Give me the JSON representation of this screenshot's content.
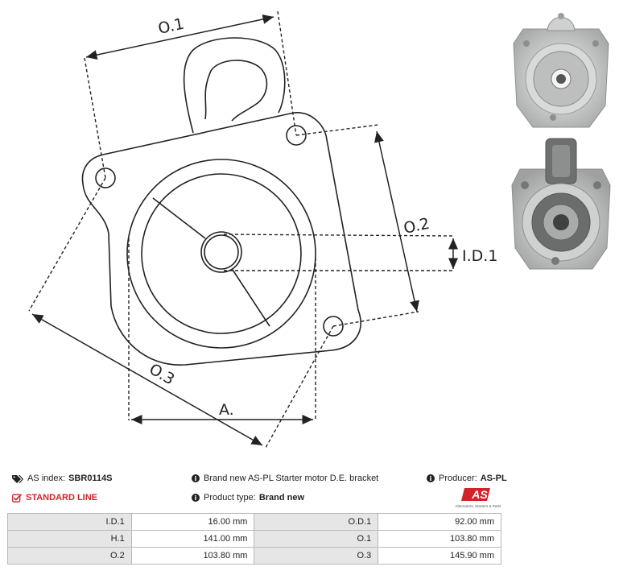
{
  "diagram": {
    "labels": {
      "o1": "O.1",
      "o2": "O.2",
      "o3": "O.3",
      "id1": "I.D.1",
      "a": "A."
    }
  },
  "info": {
    "as_index_label": "AS index:",
    "as_index_value": "SBR0114S",
    "line": "STANDARD LINE",
    "description": "Brand new AS-PL Starter motor D.E. bracket",
    "product_type_label": "Product type:",
    "product_type_value": "Brand new",
    "producer_label": "Producer:",
    "producer_value": "AS-PL",
    "logo_text": "AS",
    "logo_tagline": "Alternators, Starters & Parts"
  },
  "specs": [
    [
      "I.D.1",
      "16.00  mm",
      "O.D.1",
      "92.00  mm"
    ],
    [
      "H.1",
      "141.00  mm",
      "O.1",
      "103.80  mm"
    ],
    [
      "O.2",
      "103.80  mm",
      "O.3",
      "145.90  mm"
    ]
  ],
  "colors": {
    "accent": "#d3222a",
    "line": "#222222",
    "header_cell": "#e6e6e6"
  }
}
